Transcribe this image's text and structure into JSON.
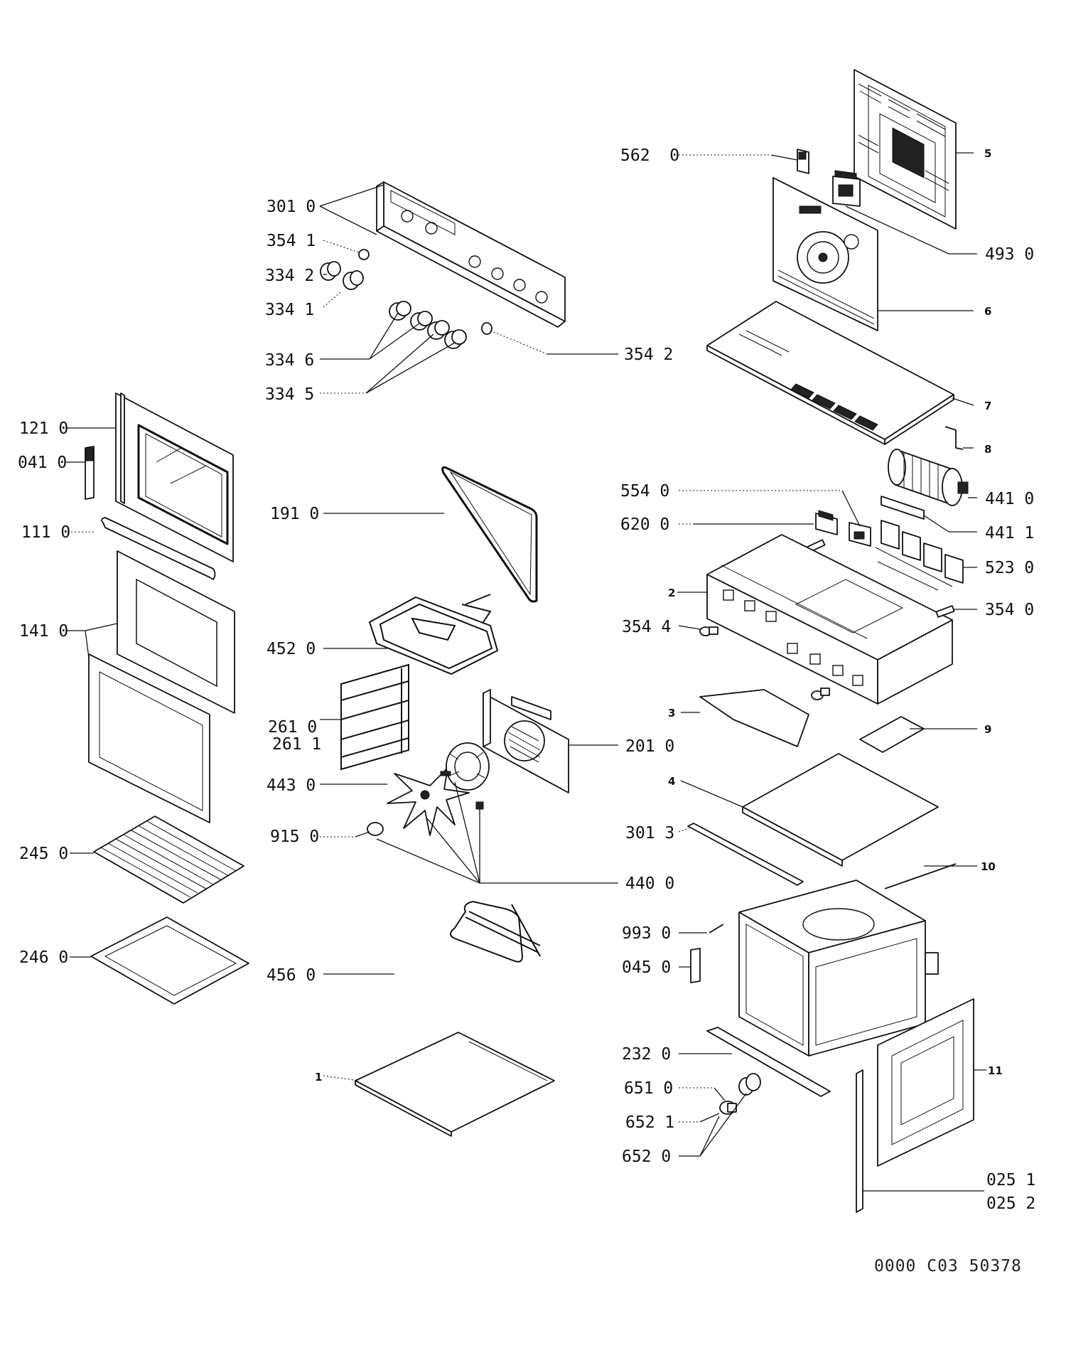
{
  "labels": {
    "l_562_0": "562 0",
    "l_301_0": "301 0",
    "l_354_1": "354 1",
    "l_334_2": "334 2",
    "l_334_1": "334 1",
    "l_334_6": "334 6",
    "l_334_5": "334 5",
    "l_354_2": "354 2",
    "l_493_0": "493 0",
    "l_5": "5",
    "l_6": "6",
    "l_7": "7",
    "l_8": "8",
    "l_121_0": "121 0",
    "l_041_0": "041 0",
    "l_111_0": "111 0",
    "l_141_0": "141 0",
    "l_191_0": "191 0",
    "l_452_0": "452 0",
    "l_261_0": "261 0",
    "l_261_1": "261 1",
    "l_443_0": "443 0",
    "l_915_0": "915 0",
    "l_201_0": "201 0",
    "l_440_0": "440 0",
    "l_245_0": "245 0",
    "l_246_0": "246 0",
    "l_456_0": "456 0",
    "l_1": "1",
    "l_554_0": "554 0",
    "l_620_0": "620 0",
    "l_441_0": "441 0",
    "l_441_1": "441 1",
    "l_523_0": "523 0",
    "l_2": "2",
    "l_354_0": "354 0",
    "l_354_4": "354 4",
    "l_3": "3",
    "l_9": "9",
    "l_4": "4",
    "l_301_3": "301 3",
    "l_10": "10",
    "l_993_0": "993 0",
    "l_045_0": "045 0",
    "l_232_0": "232 0",
    "l_651_0": "651 0",
    "l_652_1": "652 1",
    "l_652_0": "652 0",
    "l_11": "11",
    "l_025_1": "025 1",
    "l_025_2": "025 2"
  },
  "reference": "0000 C03 50378"
}
